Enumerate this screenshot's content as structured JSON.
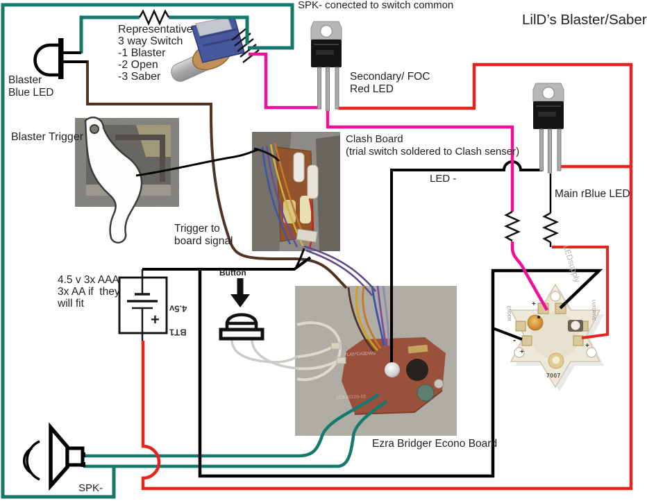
{
  "title": "LilD’s Blaster/Saber",
  "notes": {
    "spk_common": "SPK- conected to switch common",
    "switch": {
      "l1": "Representative",
      "l2": "3 way Switch",
      "l3": "-1 Blaster",
      "l4": "-2 Open",
      "l5": "-3 Saber"
    },
    "blaster_led": {
      "l1": "Blaster",
      "l2": "Blue LED"
    },
    "secondary_led": {
      "l1": "Secondary/ FOC",
      "l2": "Red LED"
    },
    "blaster_trigger": "Blaster Trigger",
    "clash": {
      "l1": "Clash Board",
      "l2": "(trial switch soldered to Clash senser)"
    },
    "led_minus": "LED -",
    "main_led": "Main rBlue LED",
    "trigger_signal": {
      "l1": "Trigger to",
      "l2": "board signal"
    },
    "battery": {
      "l1": "4.5 v 3x AAA",
      "l2": "3x AA if  they",
      "l3": "will fit",
      "voltage": "4.5v",
      "ref": "BT1",
      "plus": "+"
    },
    "button": "Button",
    "board_caption": "Ezra Bridger Econo Board",
    "spk_minus": "SPK-"
  },
  "star": {
    "code": "7007",
    "brand_left": "ENDOR",
    "brand_right": "LUXDRIVE",
    "supply": "LEDsupply",
    "pad_marks": {
      "top_left": "+",
      "top_right": "-",
      "left_a": "-",
      "left_b": "+",
      "right_a": "+"
    }
  },
  "board_markings": {
    "m1": "*LA5*CA3DWB",
    "m2": "1CX-2010S-02"
  },
  "colors": {
    "teal": "#16796d",
    "pink": "#ec109a",
    "red": "#e5261f",
    "brown": "#4e3423",
    "black": "#000000",
    "board_brown": "#99513b"
  }
}
